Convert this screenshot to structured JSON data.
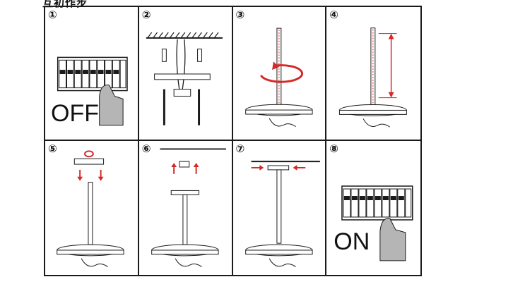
{
  "header": {
    "partial_text": "互初作步"
  },
  "steps": [
    {
      "number": "①",
      "label": "OFF"
    },
    {
      "number": "②"
    },
    {
      "number": "③"
    },
    {
      "number": "④"
    },
    {
      "number": "⑤"
    },
    {
      "number": "⑥"
    },
    {
      "number": "⑦"
    },
    {
      "number": "⑧",
      "label": "ON"
    }
  ],
  "colors": {
    "line": "#1a1a1a",
    "accent": "#d62828",
    "hand": "#b5b5b5"
  }
}
